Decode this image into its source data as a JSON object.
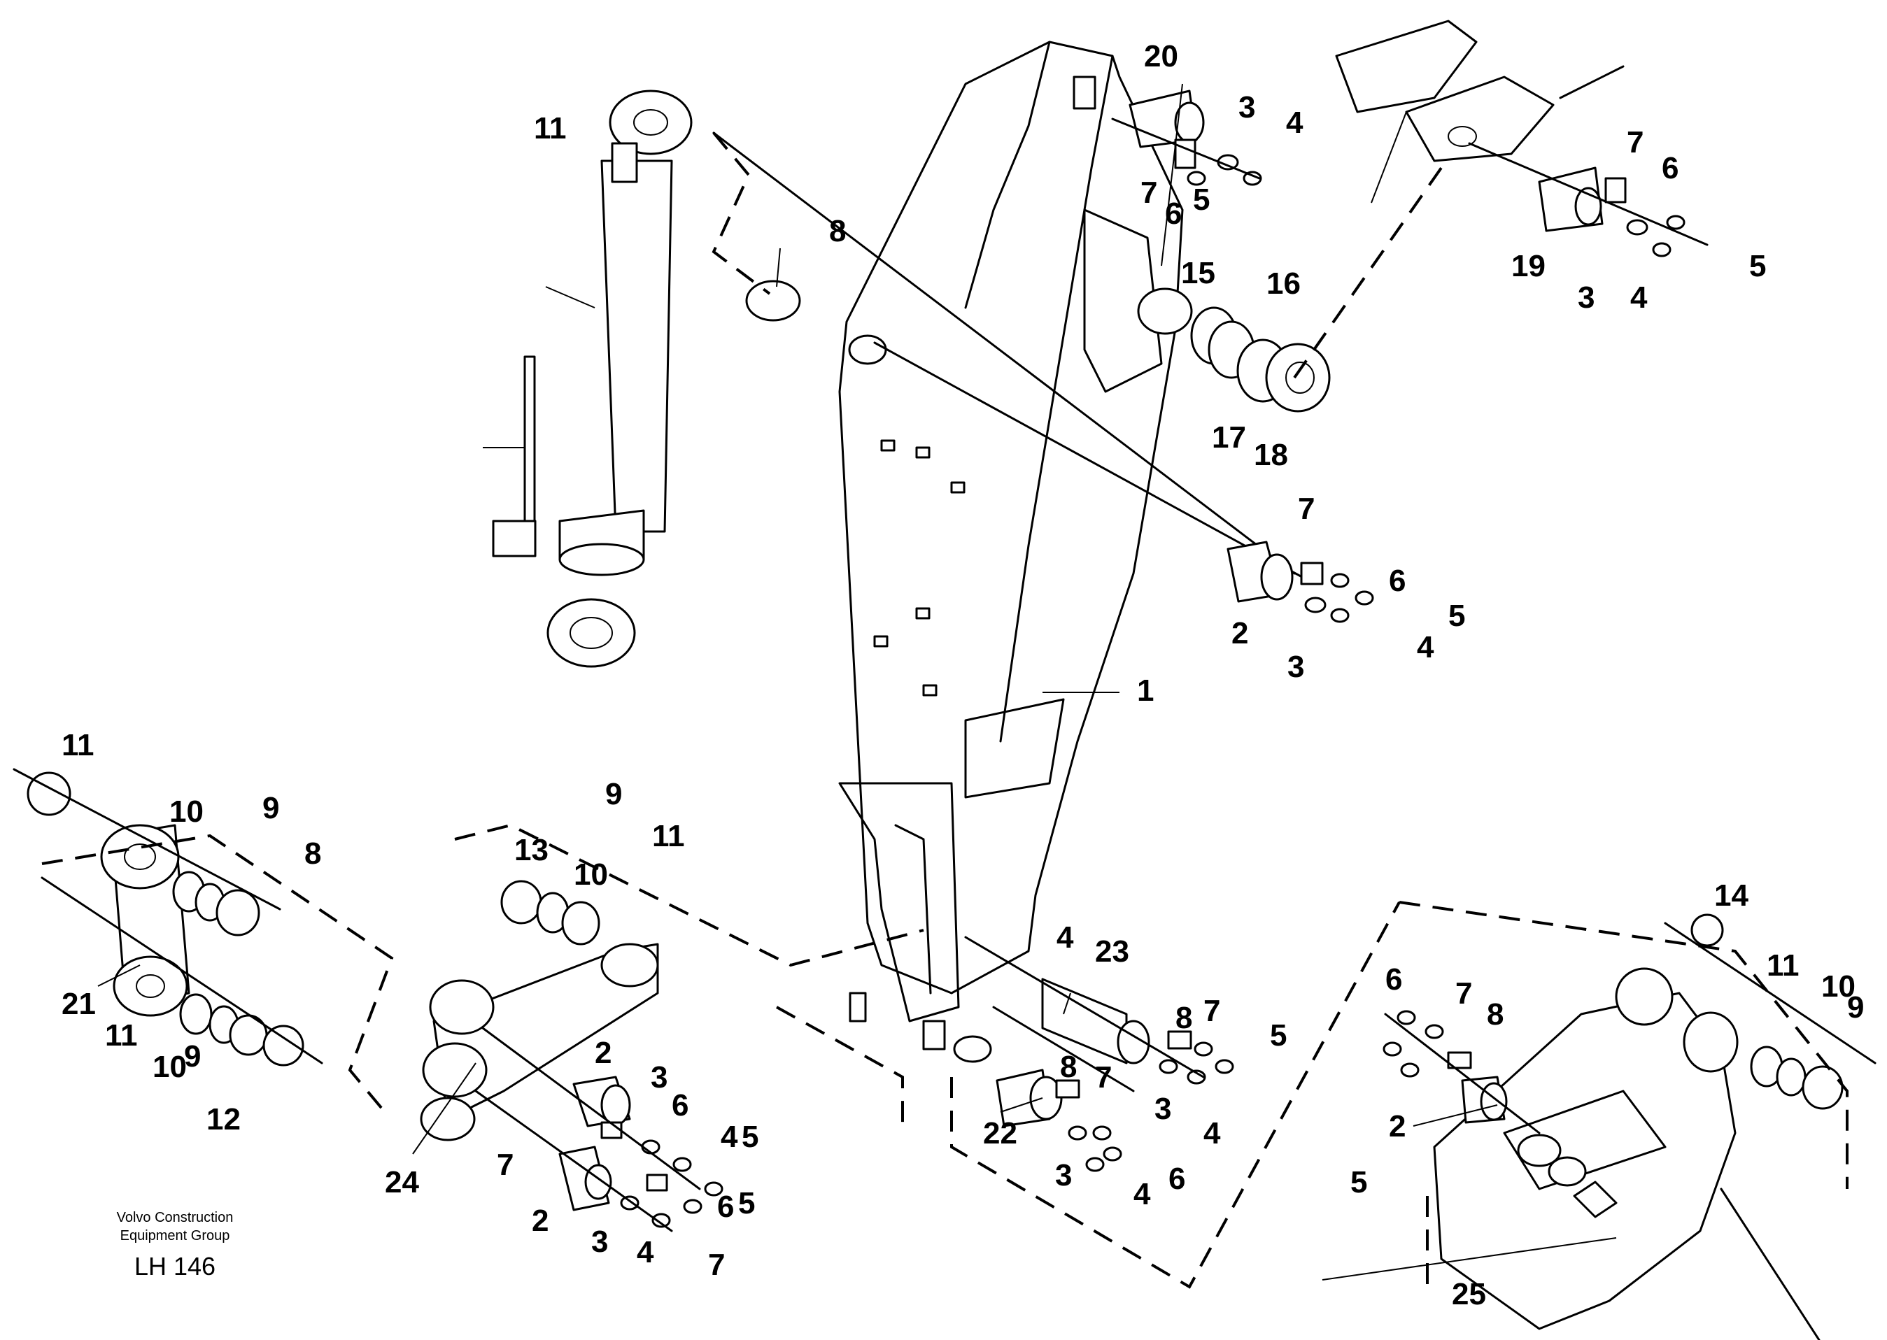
{
  "caption": {
    "org_line1": "Volvo Construction",
    "org_line2": "Equipment Group",
    "ref": "LH 146"
  },
  "callouts": [
    "1",
    "2",
    "2",
    "2",
    "2",
    "3",
    "3",
    "3",
    "3",
    "3",
    "3",
    "3",
    "4",
    "4",
    "4",
    "4",
    "4",
    "4",
    "4",
    "4",
    "5",
    "5",
    "5",
    "5",
    "5",
    "5",
    "5",
    "6",
    "6",
    "6",
    "6",
    "6",
    "6",
    "6",
    "7",
    "7",
    "7",
    "7",
    "7",
    "7",
    "7",
    "7",
    "8",
    "8",
    "8",
    "8",
    "8",
    "9",
    "9",
    "9",
    "9",
    "10",
    "10",
    "10",
    "10",
    "11",
    "11",
    "11",
    "11",
    "11",
    "12",
    "13",
    "14",
    "15",
    "16",
    "17",
    "18",
    "19",
    "20",
    "21",
    "22",
    "23",
    "24",
    "25"
  ]
}
